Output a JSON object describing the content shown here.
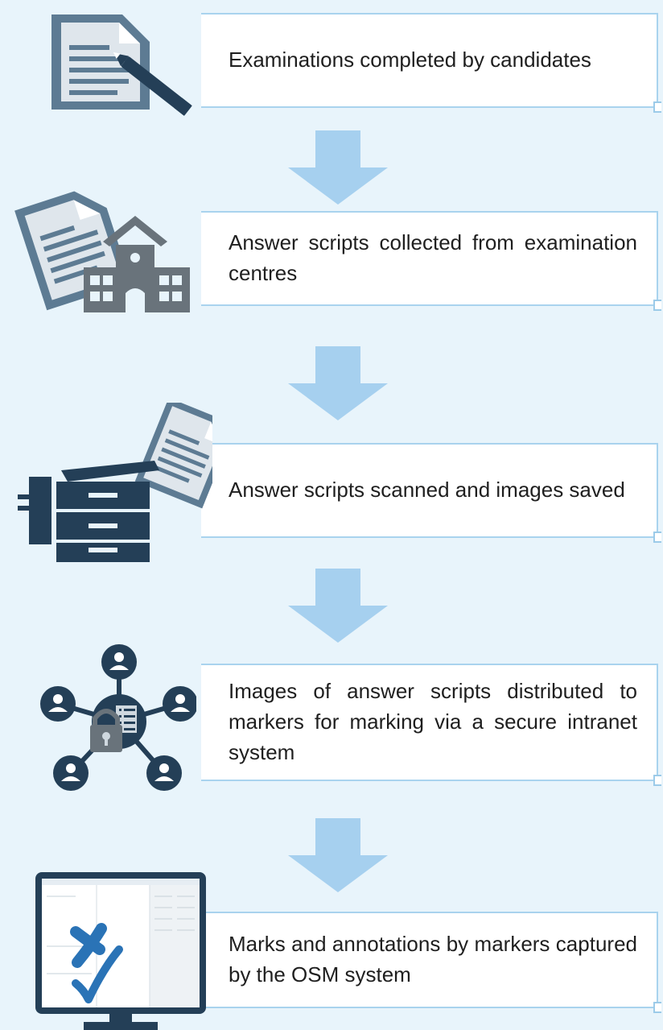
{
  "colors": {
    "background": "#e8f4fb",
    "box": "#ffffff",
    "box_border": "#a9d3ee",
    "arrow": "#a6d0ef",
    "icon_dark": "#243f57",
    "icon_slate": "#5d7b93",
    "icon_grey": "#69737b",
    "icon_light": "#cfd8df"
  },
  "steps": [
    {
      "text": "Examinations completed by candidates",
      "icon": "document-pen-icon"
    },
    {
      "text": "Answer scripts collected from examination centres",
      "icon": "document-school-icon"
    },
    {
      "text": "Answer scripts scanned and images saved",
      "icon": "scanner-document-icon"
    },
    {
      "text": "Images of answer scripts distributed to markers for marking via a secure intranet system",
      "icon": "secure-network-icon"
    },
    {
      "text": "Marks and annotations by markers captured by the OSM system",
      "icon": "monitor-marking-icon"
    }
  ],
  "arrows": [
    {
      "icon": "down-arrow-icon"
    },
    {
      "icon": "down-arrow-icon"
    },
    {
      "icon": "down-arrow-icon"
    },
    {
      "icon": "down-arrow-icon"
    }
  ]
}
